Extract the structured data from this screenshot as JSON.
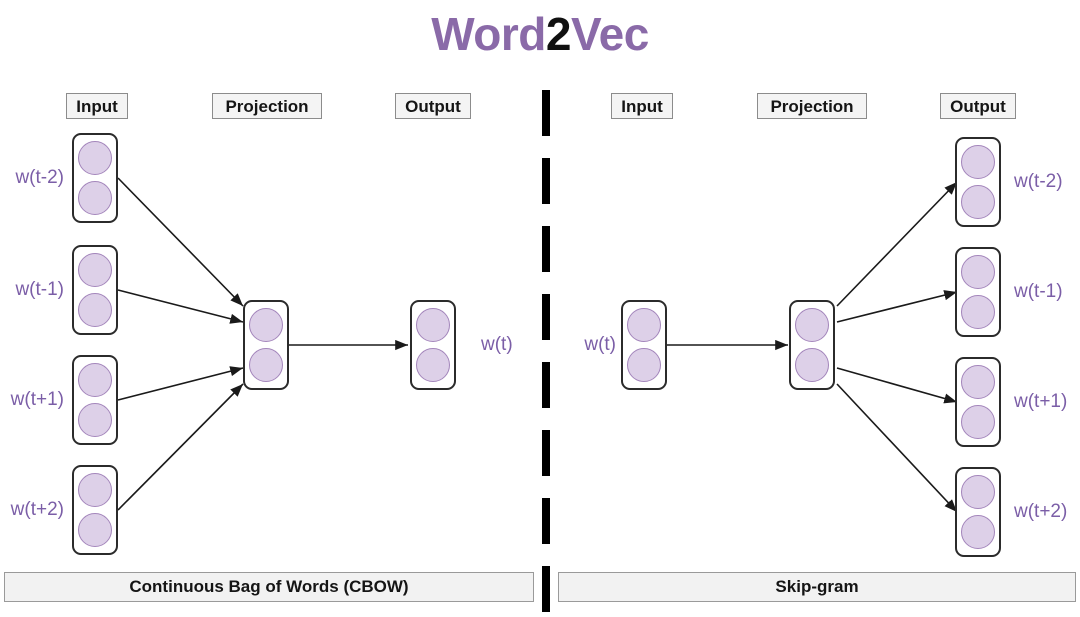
{
  "title": {
    "part1": "Word",
    "part2": "2",
    "part3": "Vec",
    "color_purple": "#8a6aa8",
    "color_black": "#101010"
  },
  "colors": {
    "label_purple": "#7b5ea7",
    "neuron_fill": "#ddd0e8",
    "neuron_stroke": "#a385bb",
    "node_border": "#2b2b2b",
    "edge": "#1a1a1a",
    "chip_bg": "#f4f4f4",
    "chip_border": "#8c8c8c",
    "caption_bg": "#f2f2f2",
    "caption_border": "#9a9a9a",
    "divider": "#000000",
    "background": "#ffffff"
  },
  "cbow": {
    "caption": "Continuous Bag of Words (CBOW)",
    "headers": {
      "input": "Input",
      "projection": "Projection",
      "output": "Output"
    },
    "input_labels": [
      "w(t-2)",
      "w(t-1)",
      "w(t+1)",
      "w(t+2)"
    ],
    "output_label": "w(t)",
    "neurons_per_group": 2,
    "input_group_count": 4
  },
  "skipgram": {
    "caption": "Skip-gram",
    "headers": {
      "input": "Input",
      "projection": "Projection",
      "output": "Output"
    },
    "input_label": "w(t)",
    "output_labels": [
      "w(t-2)",
      "w(t-1)",
      "w(t+1)",
      "w(t+2)"
    ],
    "neurons_per_group": 2,
    "output_group_count": 4
  }
}
